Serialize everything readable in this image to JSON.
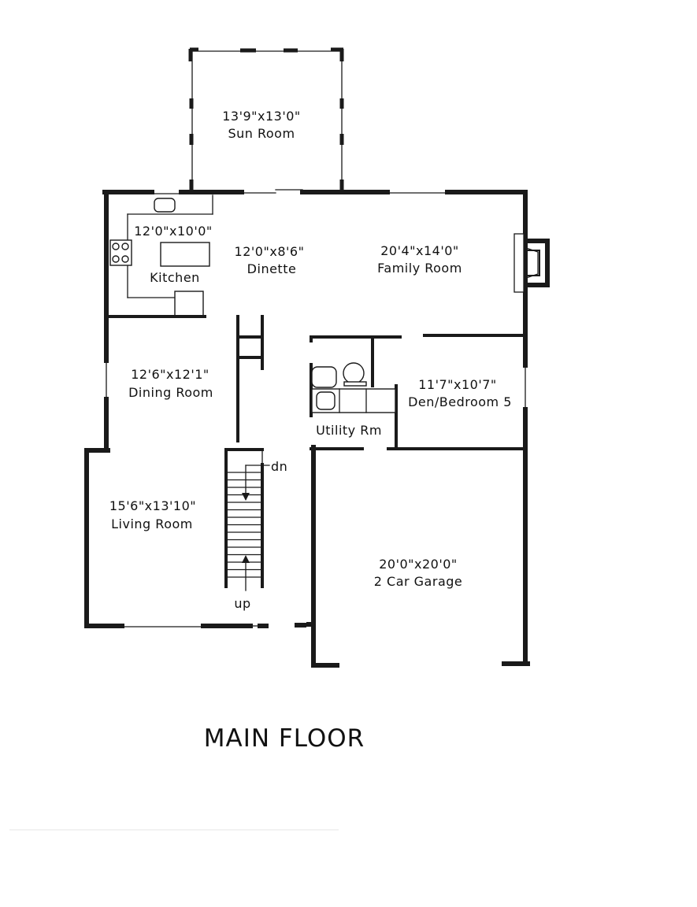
{
  "title": "MAIN FLOOR",
  "rooms": {
    "sun_room": {
      "dims": "13'9\"x13'0\"",
      "name": "Sun Room"
    },
    "kitchen": {
      "dims": "12'0\"x10'0\"",
      "name": "Kitchen"
    },
    "dinette": {
      "dims": "12'0\"x8'6\"",
      "name": "Dinette"
    },
    "family_room": {
      "dims": "20'4\"x14'0\"",
      "name": "Family Room"
    },
    "dining_room": {
      "dims": "12'6\"x12'1\"",
      "name": "Dining Room"
    },
    "utility": {
      "name": "Utility Rm"
    },
    "den": {
      "dims": "11'7\"x10'7\"",
      "name": "Den/Bedroom 5"
    },
    "living_room": {
      "dims": "15'6\"x13'10\"",
      "name": "Living Room"
    },
    "garage": {
      "dims": "20'0\"x20'0\"",
      "name": "2 Car Garage"
    }
  },
  "stairs": {
    "down_label": "dn",
    "up_label": "up"
  }
}
